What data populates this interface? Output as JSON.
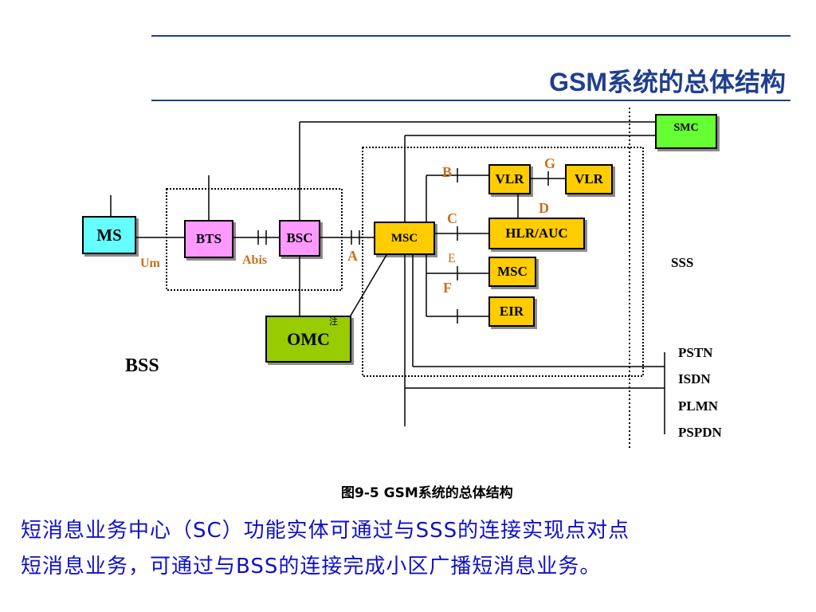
{
  "title": "GSM系统的总体结构",
  "nodes": {
    "ms": "MS",
    "bts": "BTS",
    "bsc": "BSC",
    "omc": "OMC",
    "omc_note": "注",
    "msc": "MSC",
    "vlr1": "VLR",
    "vlr2": "VLR",
    "hlr_auc": "HLR/AUC",
    "msc2": "MSC",
    "eir": "EIR",
    "smc": "SMC"
  },
  "interfaces": {
    "um": "Um",
    "abis": "Abis",
    "a": "A",
    "b": "B",
    "c": "C",
    "d": "D",
    "e": "E",
    "f": "F",
    "g": "G"
  },
  "groups": {
    "bss": "BSS",
    "sss": "SSS"
  },
  "networks": [
    "PSTN",
    "ISDN",
    "PLMN",
    "PSPDN"
  ],
  "caption": "图9-5 GSM系统的总体结构",
  "description": [
    "短消息业务中心（SC）功能实体可通过与SSS的连接实现点对点",
    "短消息业务，可通过与BSS的连接完成小区广播短消息业务。"
  ],
  "colors": {
    "title": "#1f3f8f",
    "ms": "#66ffff",
    "bts": "#ff99ff",
    "bsc": "#ff99ff",
    "omc": "#99cc00",
    "msc": "#ffcc00",
    "smc": "#66ff33",
    "interface_label": "#c8701e",
    "description": "#1010c8"
  }
}
